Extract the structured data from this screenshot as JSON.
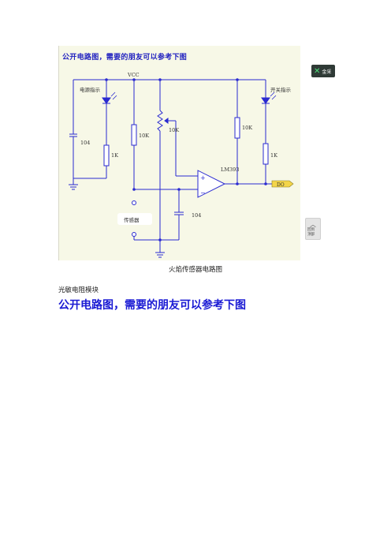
{
  "figure": {
    "title": "公开电路图，需要的朋友可以参考下图",
    "labels": {
      "vcc": "VCC",
      "power_indicator": "电源指示",
      "switch_indicator": "开关指示",
      "cap_left": "104",
      "res_1k_left": "1K",
      "res_10k_a": "10K",
      "pot_10k": "10K",
      "res_10k_right": "10K",
      "res_1k_right": "1K",
      "opamp": "LM393",
      "plus": "+",
      "minus": "−",
      "output": "DO",
      "sensor": "传感器",
      "cap_bottom": "104"
    }
  },
  "side_widget": {
    "badge_label": "金采",
    "top_label_1": "回到",
    "top_label_2": "顶部"
  },
  "caption": "火焰传感器电路图",
  "section_label": "光敏电阻模块",
  "heading": "公开电路图，需要的朋友可以参考下图",
  "colors": {
    "heading": "#1a1ad4",
    "wire": "#2a2ad0",
    "background": "#f7f8e7",
    "output_tag": "#f3d54a"
  }
}
